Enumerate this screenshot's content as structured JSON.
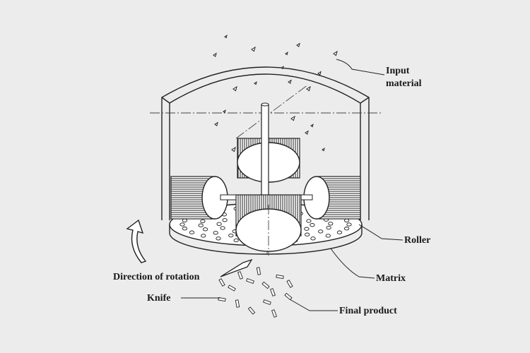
{
  "labels": {
    "input_material_line1": "Input",
    "input_material_line2": "material",
    "roller": "Roller",
    "matrix": "Matrix",
    "direction_of_rotation": "Direction of rotation",
    "knife": "Knife",
    "final_product": "Final product"
  },
  "colors": {
    "background": "#ececec",
    "line": "#222222"
  }
}
